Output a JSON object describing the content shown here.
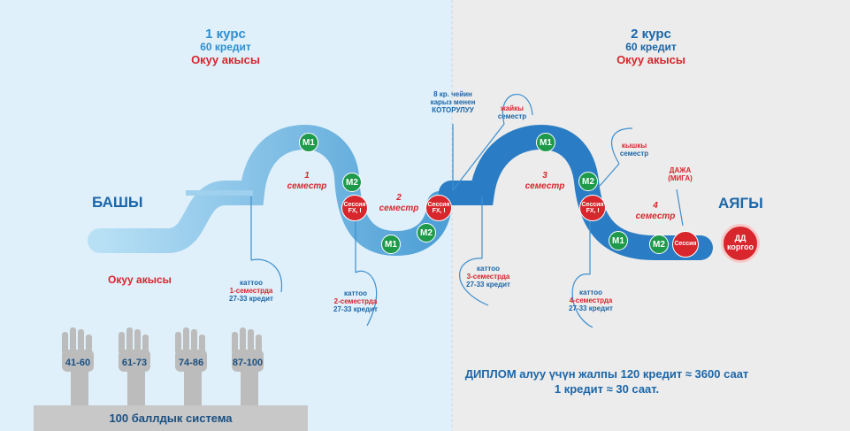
{
  "course1": {
    "title": "1 курс",
    "credits": "60 кредит",
    "fee": "Окуу акысы"
  },
  "course2": {
    "title": "2 курс",
    "credits": "60 кредит",
    "fee": "Окуу акысы"
  },
  "start_label": "БАШЫ",
  "end_label": "АЯГЫ",
  "left_fee": "Окуу акысы",
  "semesters": [
    {
      "num": "1",
      "word": "семестр"
    },
    {
      "num": "2",
      "word": "семестр"
    },
    {
      "num": "3",
      "word": "семестр"
    },
    {
      "num": "4",
      "word": "семестр"
    }
  ],
  "module_labels": {
    "m1": "М1",
    "m2": "М2"
  },
  "session": {
    "line1": "Сессия",
    "line2": "FX, I"
  },
  "session_final": "Сессия",
  "registrations": [
    {
      "l1": "каттоо",
      "l2": "1-семестрда",
      "l3": "27-33 кредит"
    },
    {
      "l1": "каттоо",
      "l2": "2-семестрда",
      "l3": "27-33 кредит"
    },
    {
      "l1": "каттоо",
      "l2": "3-семестрда",
      "l3": "27-33 кредит"
    },
    {
      "l1": "каттоо",
      "l2": "4-семестрда",
      "l3": "27-33 кредит"
    }
  ],
  "debt_note": {
    "l1": "8 кр. чейин",
    "l2": "карыз менен",
    "l3": "КОТОРУЛУУ"
  },
  "summer_note": {
    "l1": "жайкы",
    "l2": "семестр"
  },
  "winter_note": {
    "l1": "кышкы",
    "l2": "семестр"
  },
  "extra_note": {
    "l1": "ДАЖА",
    "l2": "(МИГА)"
  },
  "dd": {
    "l1": "ДД",
    "l2": "коргоо"
  },
  "scores": [
    "41-60",
    "61-73",
    "74-86",
    "87-100"
  ],
  "system_label": "100 баллдык система",
  "diploma": {
    "line1": "ДИПЛОМ алуу үчүн жалпы 120 кредит ≈ 3600 саат",
    "line2": "1 кредит ≈ 30 саат."
  },
  "colors": {
    "left_bg": "#dff0fa",
    "right_bg": "#ececec",
    "accent_blue": "#1b66a8",
    "accent_red": "#d7262c",
    "module_green": "#1e9a4a"
  }
}
